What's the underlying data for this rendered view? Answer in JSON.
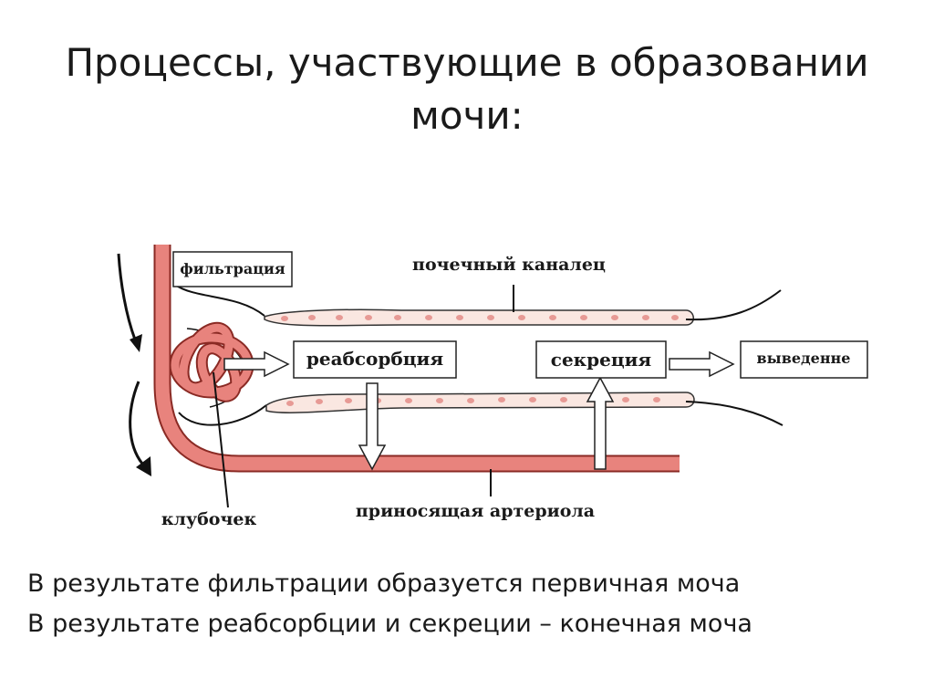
{
  "slide": {
    "title_line1": "Процессы, участвующие в образовании",
    "title_line2": "мочи:"
  },
  "diagram": {
    "labels": {
      "filtration": "фильтрация",
      "tubule": "почечный каналец",
      "reabsorption": "реабсорбция",
      "secretion": "секреция",
      "excretion": "выведенне",
      "glomerulus": "клубочек",
      "arteriole": "приносящая артериола"
    },
    "colors": {
      "vessel": "#e8837d",
      "vessel_outline": "#8a2a24",
      "cells": "#fae7e1",
      "nuclei": "#e79a95"
    }
  },
  "notes": {
    "line1": "В результате фильтрации образуется первичная моча",
    "line2": "В результате реабсорбции и секреции – конечная моча"
  }
}
